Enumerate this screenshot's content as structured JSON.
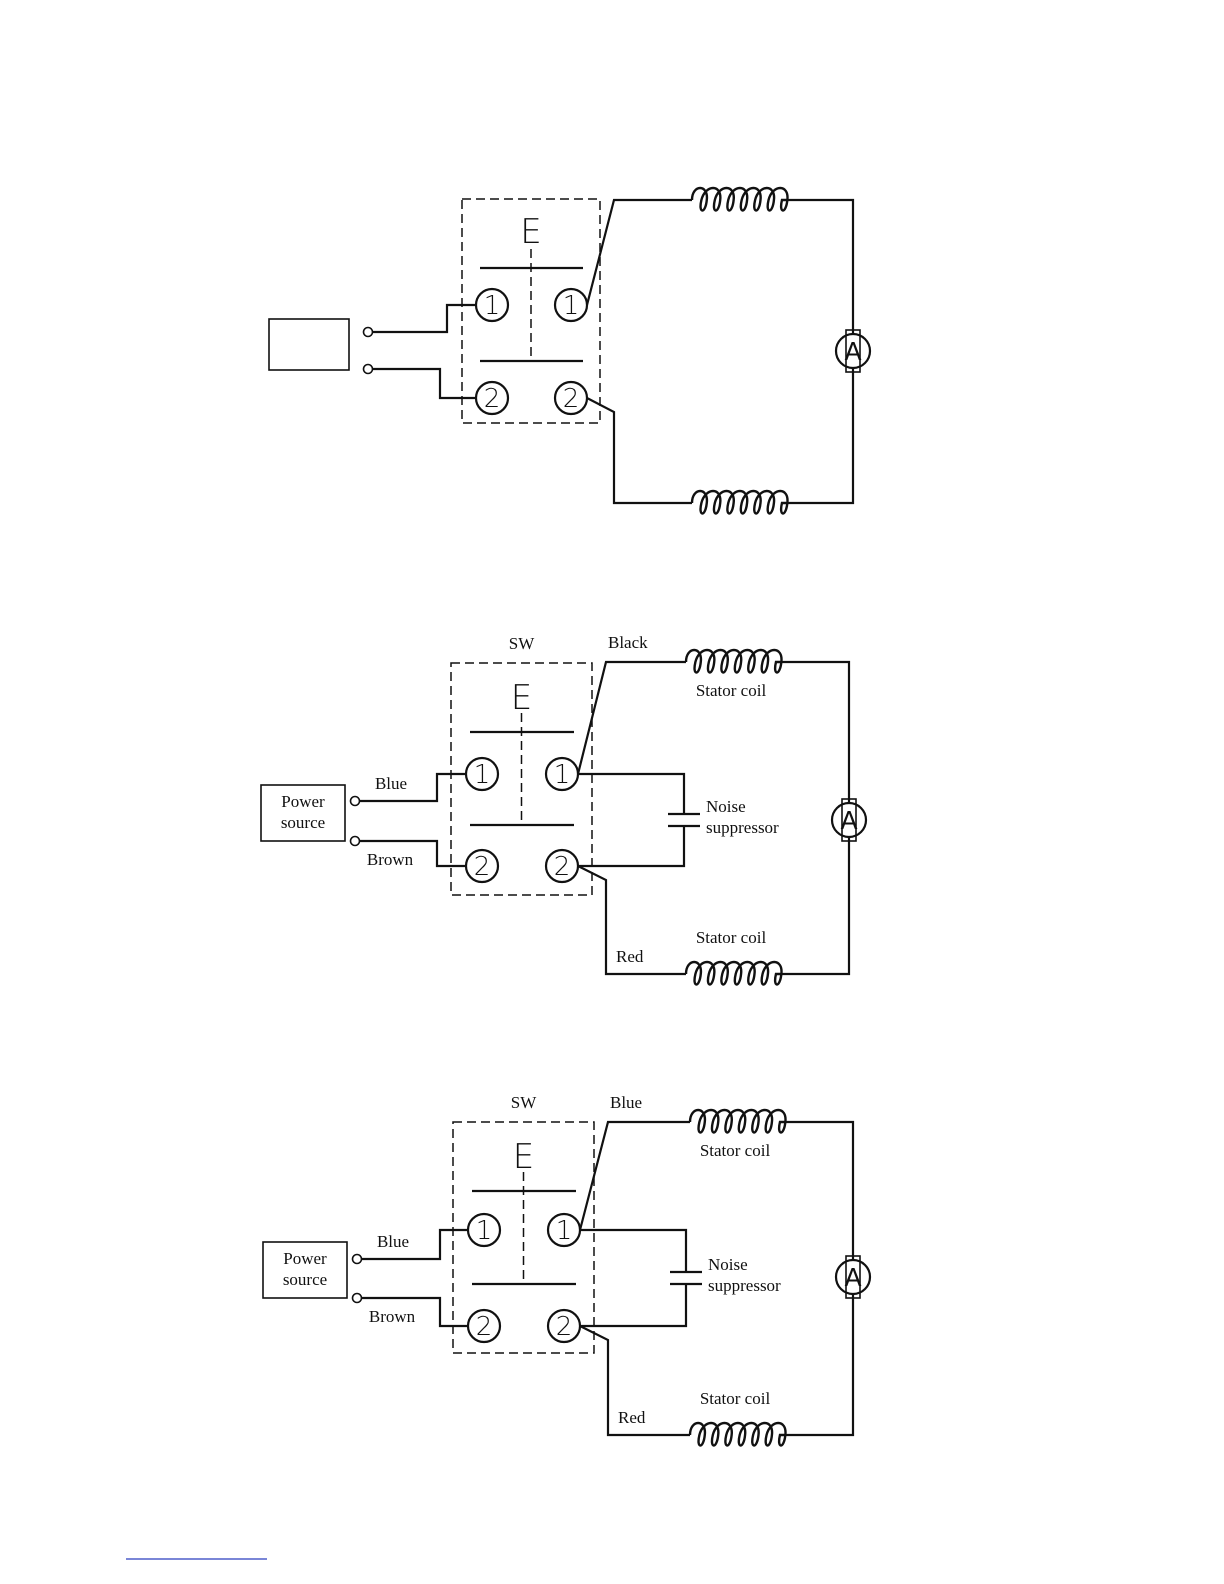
{
  "diagrams": [
    {
      "id": "diagram-1",
      "switch_label": "",
      "power_label": [
        "",
        ""
      ],
      "left_wires": [
        "",
        ""
      ],
      "top_wire": "",
      "bottom_wire": "",
      "top_coil": "",
      "bottom_coil": "",
      "suppressor": [
        "",
        ""
      ],
      "has_suppressor": false
    },
    {
      "id": "diagram-2",
      "switch_label": "SW",
      "power_label": [
        "Power",
        "source"
      ],
      "left_wires": [
        "Blue",
        "Brown"
      ],
      "top_wire": "Black",
      "bottom_wire": "Red",
      "top_coil": "Stator coil",
      "bottom_coil": "Stator coil",
      "suppressor": [
        "Noise",
        "suppressor"
      ],
      "has_suppressor": true
    },
    {
      "id": "diagram-3",
      "switch_label": "SW",
      "power_label": [
        "Power",
        "source"
      ],
      "left_wires": [
        "Blue",
        "Brown"
      ],
      "top_wire": "Blue",
      "bottom_wire": "Red",
      "top_coil": "Stator coil",
      "bottom_coil": "Stator coil",
      "suppressor": [
        "Noise",
        "suppressor"
      ],
      "has_suppressor": true
    }
  ],
  "symbols": {
    "switch_mark": "E",
    "terminal_1": "1",
    "terminal_2": "2",
    "motor": "A"
  },
  "icons": [
    "switch-symbol",
    "stator-coil-icon",
    "motor-armature-icon",
    "capacitor-icon",
    "terminal-icon"
  ]
}
